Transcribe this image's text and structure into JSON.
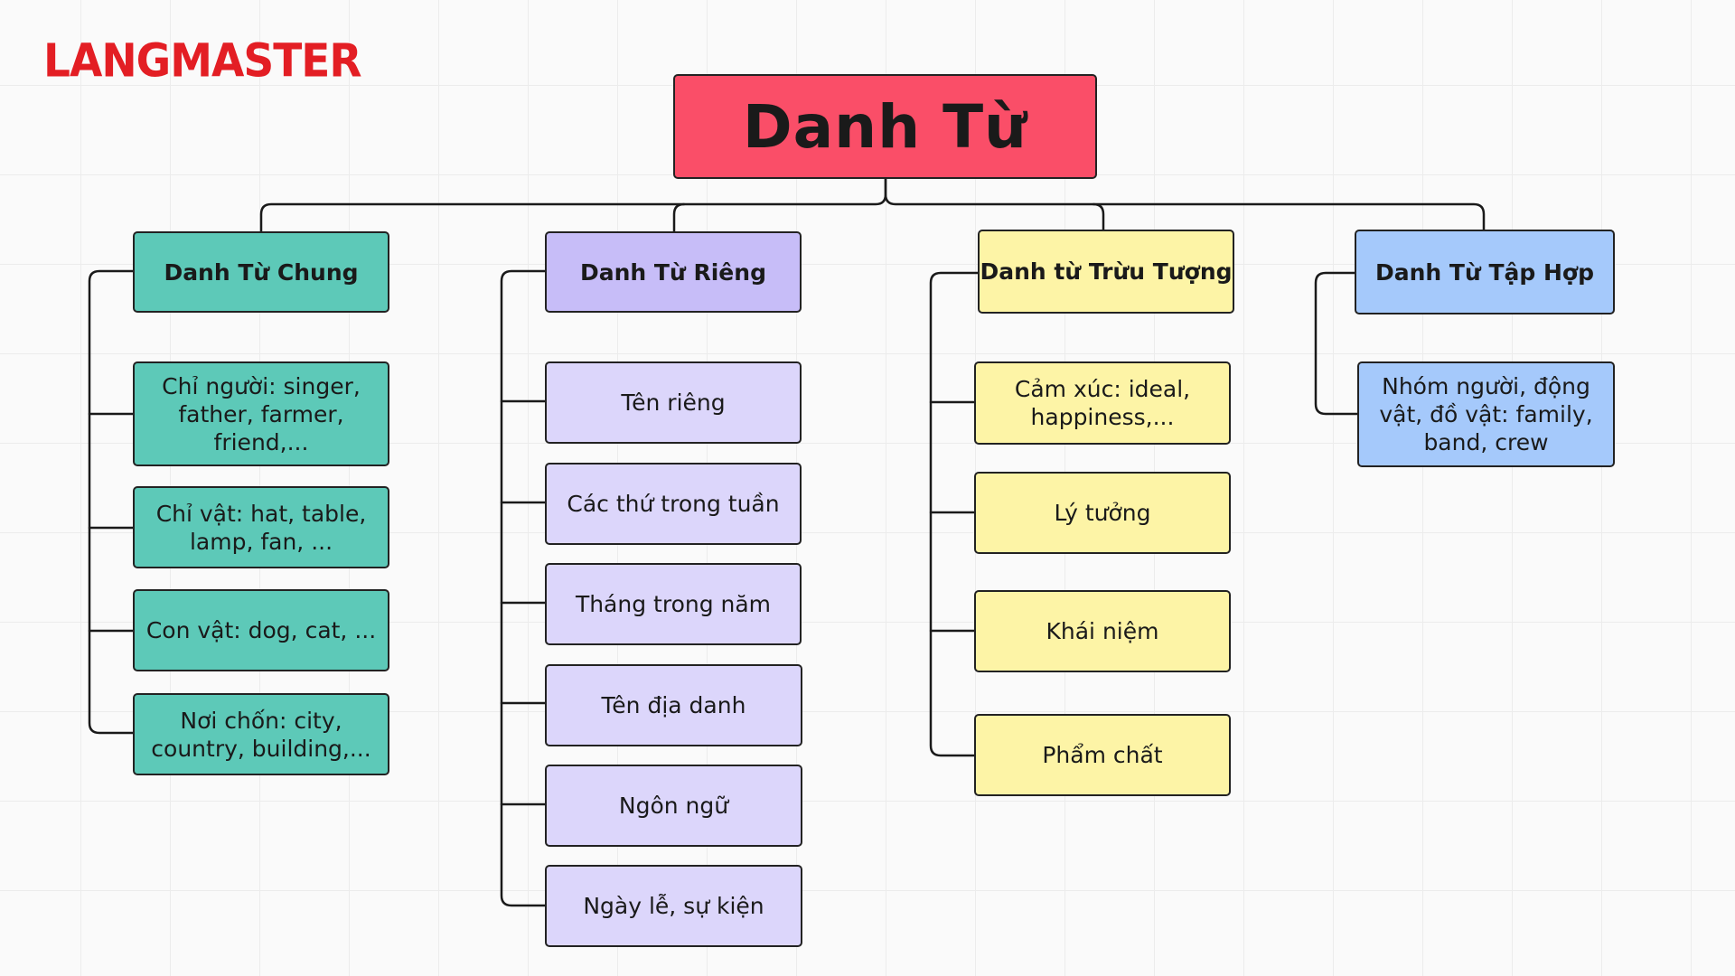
{
  "brand": {
    "logo_text": "LANGMASTER",
    "logo_color": "#e31e24"
  },
  "diagram": {
    "root": {
      "label": "Danh Từ",
      "color": "#fa4e68"
    },
    "branches": [
      {
        "title": "Danh Từ Chung",
        "color": "#5dc9b8",
        "items": [
          "Chỉ người: singer, father, farmer, friend,...",
          "Chỉ vật: hat, table, lamp, fan, ...",
          "Con vật: dog, cat, ...",
          "Nơi chốn: city, country, building,..."
        ]
      },
      {
        "title": "Danh Từ Riêng",
        "color": "#c7bdf8",
        "item_color": "#dcd6fb",
        "items": [
          "Tên riêng",
          "Các thứ trong tuần",
          "Tháng trong năm",
          "Tên địa danh",
          "Ngôn ngữ",
          "Ngày lễ, sự kiện"
        ]
      },
      {
        "title": "Danh từ Trừu Tượng",
        "color": "#fdf4a6",
        "items": [
          "Cảm xúc: ideal, happiness,...",
          "Lý tưởng",
          "Khái niệm",
          "Phẩm chất"
        ]
      },
      {
        "title": "Danh Từ Tập Hợp",
        "color": "#a5c9fb",
        "items": [
          "Nhóm người, động vật, đồ vật: family, band, crew"
        ]
      }
    ]
  }
}
